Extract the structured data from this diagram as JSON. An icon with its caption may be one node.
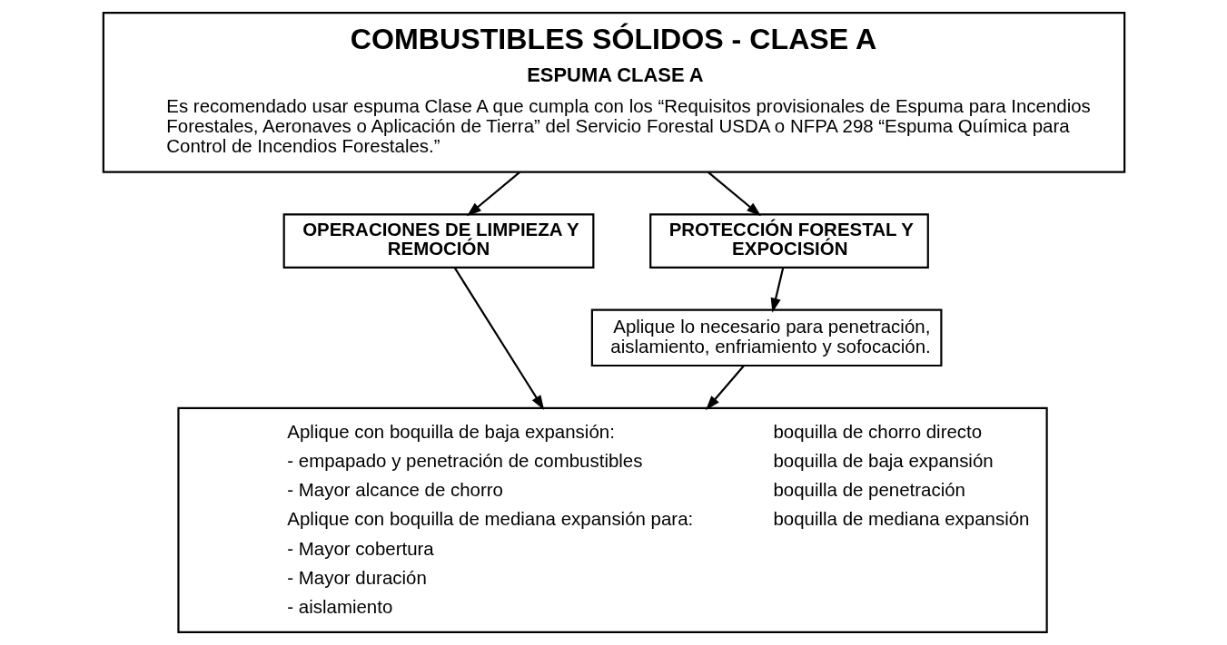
{
  "diagram": {
    "nodes": [
      {
        "text": [
          "COMBUSTIBLES SÓLIDOS - CLASE A",
          "ESPUMA CLASE A",
          "Es recomendado usar espuma Clase A que cumpla con los “Requisitos provisionales de Espuma para Incendios Forestales, Aeronaves o Aplicación de Tierra” del Servicio Forestal USDA o NFPA 298 “Espuma Química para Control de Incendios Forestales.”"
        ]
      },
      {
        "text": [
          "OPERACIONES DE LIMPIEZA Y REMOCIÓN"
        ]
      },
      {
        "text": [
          "PROTECCIÓN FORESTAL Y EXPOCISIÓN"
        ]
      },
      {
        "text": [
          "Aplique lo necesario para penetración, aislamiento, enfriamiento y sofocación."
        ]
      },
      {
        "text": [
          "Aplique con boquilla de baja expansión:",
          "boquilla de chorro directo",
          "- empapado y penetración de combustibles",
          "boquilla de baja expansión",
          "- Mayor alcance de chorro",
          "boquilla de penetración",
          "Aplique con boquilla de mediana expansión para:",
          "boquilla de mediana expansión",
          "- Mayor cobertura",
          "- Mayor duración",
          "- aislamiento"
        ]
      }
    ],
    "edges": [
      {
        "from": 0,
        "to": 1,
        "arrow": "to"
      },
      {
        "from": 0,
        "to": 2,
        "arrow": "to"
      },
      {
        "from": 2,
        "to": 3,
        "arrow": "to"
      },
      {
        "from": 1,
        "to": 4,
        "arrow": "to"
      },
      {
        "from": 3,
        "to": 4,
        "arrow": "to"
      }
    ]
  }
}
